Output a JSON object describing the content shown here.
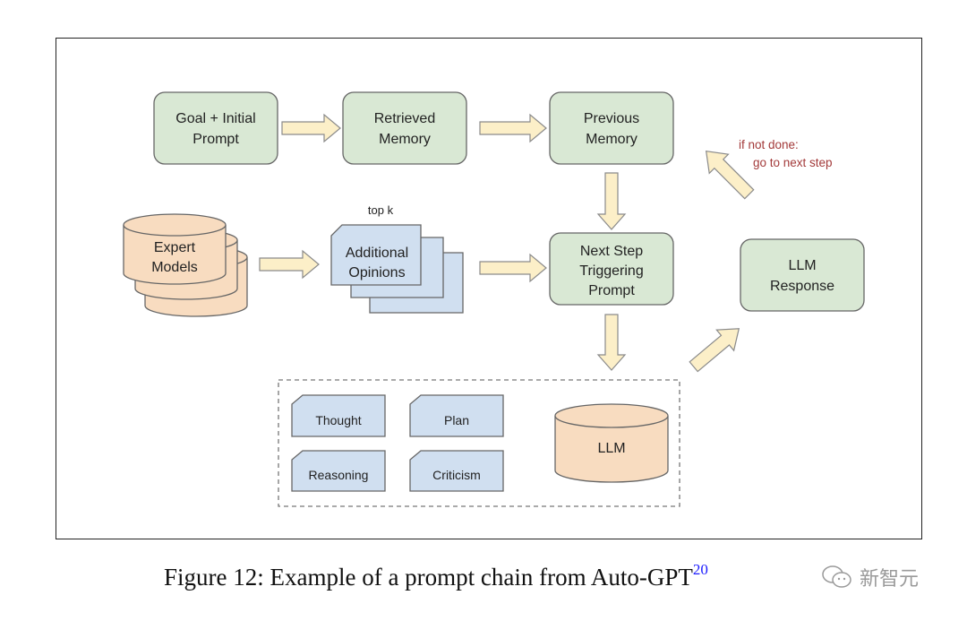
{
  "colors": {
    "process_fill": "#d9e8d4",
    "process_stroke": "#666666",
    "doc_fill": "#d0dff0",
    "db_fill": "#f8dcc0",
    "arrow_fill": "#fcefc8",
    "arrow_stroke": "#8a8a8a",
    "note_color": "#a33a3a",
    "citation_color": "#1a1aff"
  },
  "nodes": {
    "goal": {
      "line1": "Goal + Initial",
      "line2": "Prompt"
    },
    "retrieved": {
      "line1": "Retrieved",
      "line2": "Memory"
    },
    "previous": {
      "line1": "Previous",
      "line2": "Memory"
    },
    "expert": {
      "line1": "Expert",
      "line2": "Models"
    },
    "opinions": {
      "line1": "Additional",
      "line2": "Opinions",
      "annotation": "top k"
    },
    "next_step": {
      "line1": "Next Step",
      "line2": "Triggering",
      "line3": "Prompt"
    },
    "llm_response": {
      "line1": "LLM",
      "line2": "Response"
    },
    "thought": "Thought",
    "plan": "Plan",
    "reasoning": "Reasoning",
    "criticism": "Criticism",
    "llm": "LLM"
  },
  "loop_note": {
    "line1": "if not done:",
    "line2": "go to next step"
  },
  "caption": {
    "text": "Figure 12: Example of a prompt chain from Auto-GPT",
    "citation": "20"
  },
  "watermark": {
    "text": "新智元",
    "icon": "wechat-icon"
  }
}
